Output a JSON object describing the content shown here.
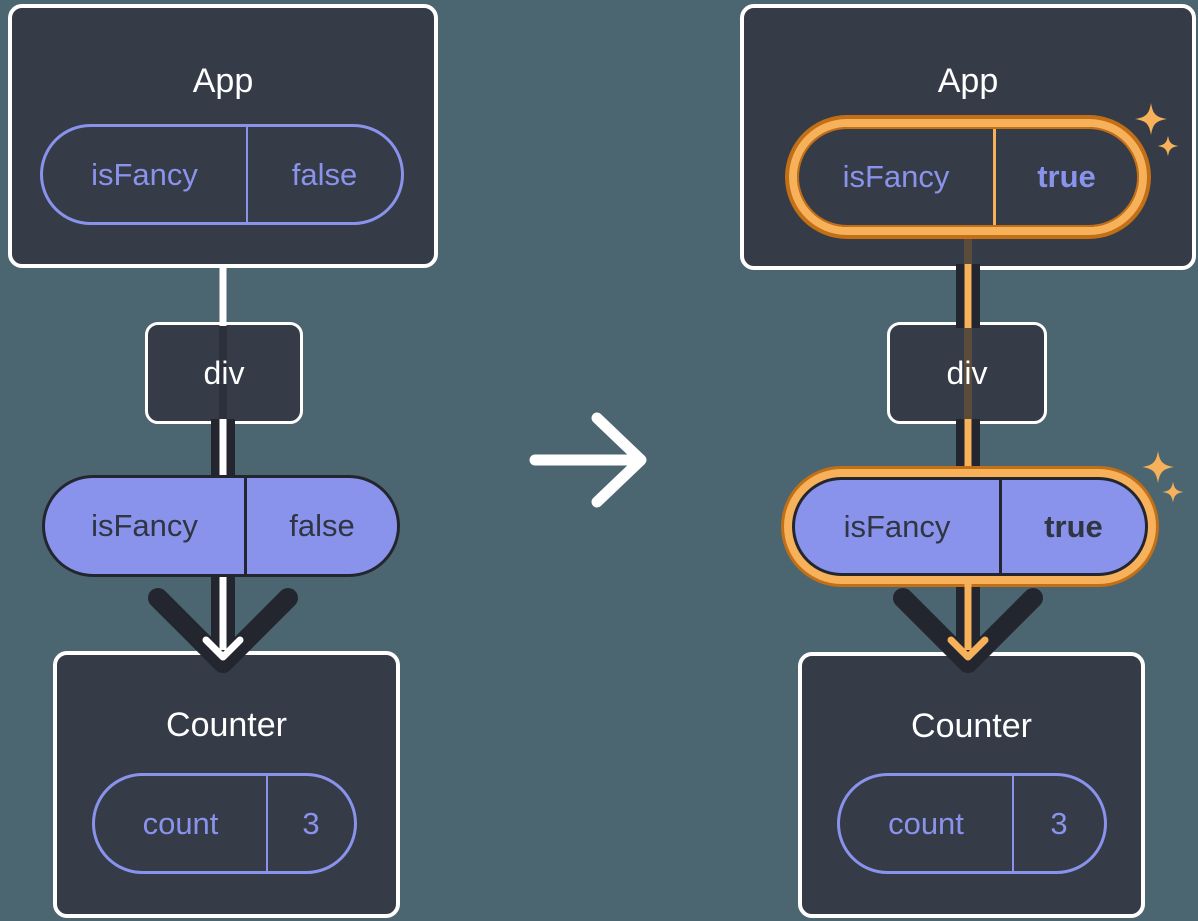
{
  "colors": {
    "background": "#4C6671",
    "box_fill": "#353B47",
    "box_border": "#FFFFFF",
    "connector_dark": "#23262E",
    "purple": "#8A93EC",
    "pill_dark_text": "#2F3541",
    "highlight_orange": "#F6B15A",
    "highlight_orange_dark": "#C26F15",
    "white_line": "#FFFFFF"
  },
  "left": {
    "app": {
      "title": "App",
      "prop_name": "isFancy",
      "prop_value": "false"
    },
    "div_label": "div",
    "pill": {
      "prop_name": "isFancy",
      "prop_value": "false"
    },
    "counter": {
      "title": "Counter",
      "state_name": "count",
      "state_value": "3"
    }
  },
  "right": {
    "app": {
      "title": "App",
      "prop_name": "isFancy",
      "prop_value": "true"
    },
    "div_label": "div",
    "pill": {
      "prop_name": "isFancy",
      "prop_value": "true"
    },
    "counter": {
      "title": "Counter",
      "state_name": "count",
      "state_value": "3"
    }
  }
}
